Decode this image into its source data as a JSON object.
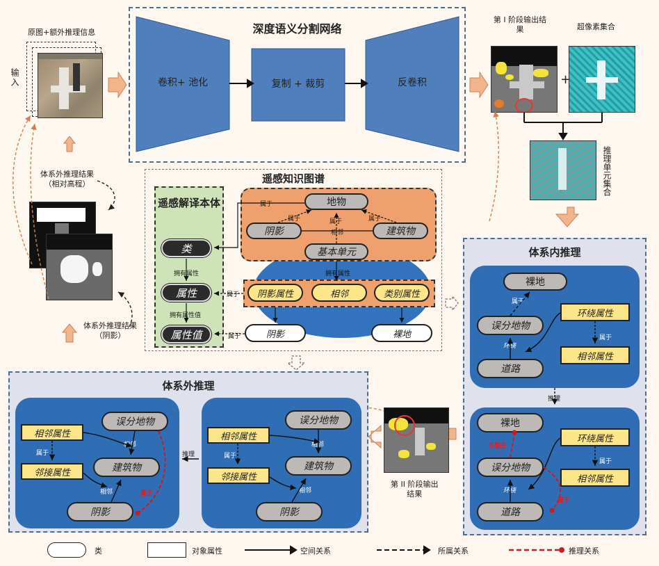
{
  "input": {
    "caption": "原图+额外推理信息",
    "side": "输入"
  },
  "segnet": {
    "title": "深度语义分割网络",
    "conv": "卷积+ 池化",
    "copy": "复制 + 裁剪",
    "deconv": "反卷积"
  },
  "stage1": {
    "caption": "第 I 阶段输出结果",
    "plus": "+",
    "superpixel": "超像素集合",
    "reasoning_units": "推理单元集合"
  },
  "kg": {
    "title": "遥感知识图谱",
    "ontology": {
      "title": "遥感解译本体",
      "class": "类",
      "has_attr": "拥有属性",
      "attribute": "属性",
      "has_attr_value": "拥有属性值",
      "attr_value": "属性值"
    },
    "belongs_to": "属于",
    "adjacent": "相邻",
    "feature": "地物",
    "shadow": "阴影",
    "building": "建筑物",
    "basic_unit": "基本单元",
    "has_attr": "拥有属性",
    "shadow_attr": "阴影属性",
    "adj_attr": "相邻",
    "class_attr": "类别属性",
    "shadow_val": "阴影",
    "bare_val": "裸地"
  },
  "outer_results": {
    "elev": "体系外推理结果\n（相对高程）",
    "shadow": "体系外推理结果\n（阴影）"
  },
  "inner": {
    "title": "体系内推理",
    "bare": "裸地",
    "belongs": "属于",
    "misclass": "误分地物",
    "surround_attr": "环绕属性",
    "around": "环绕",
    "road": "道路",
    "adj_attr": "相邻属性",
    "infer": "推理",
    "not_belongs": "不属于"
  },
  "outer": {
    "title": "体系外推理",
    "adj_attr": "相邻属性",
    "belongs": "属于",
    "contig_attr": "邻接属性",
    "misclass": "误分地物",
    "adjacent": "相邻",
    "building": "建筑物",
    "shadow": "阴影",
    "infer": "推理"
  },
  "stage2": {
    "caption": "第 II 阶段输出\n结果"
  },
  "legend": {
    "class": "类",
    "attr": "对象属性",
    "spatial": "空间关系",
    "membership": "所属关系",
    "reasoning": "推理关系"
  }
}
